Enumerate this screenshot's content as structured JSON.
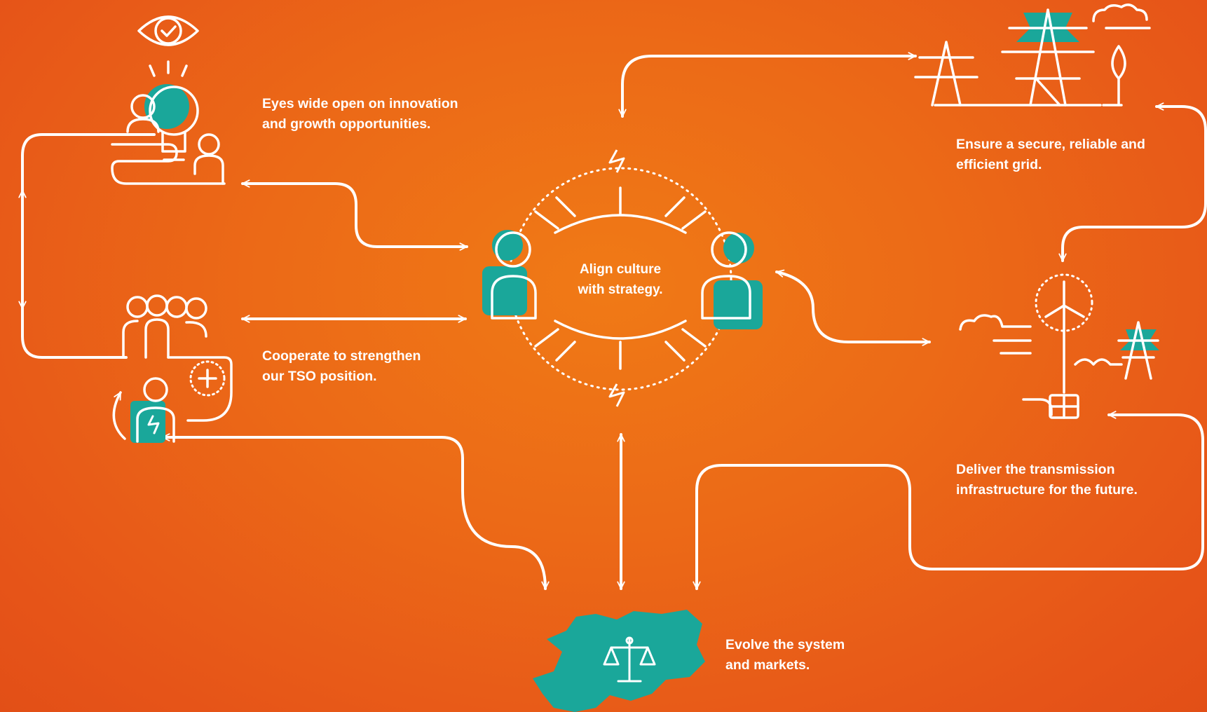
{
  "center": {
    "line1": "Align culture",
    "line2": "with strategy."
  },
  "pillars": {
    "innovation": {
      "line1": "Eyes wide open on innovation",
      "line2": "and growth opportunities.",
      "icon": "lightbulb-eye-icon"
    },
    "cooperate": {
      "line1": "Cooperate to strengthen",
      "line2": "our TSO position.",
      "icon": "team-cooperation-icon"
    },
    "grid": {
      "line1": "Ensure a secure, reliable and",
      "line2": "efficient grid.",
      "icon": "transmission-towers-icon"
    },
    "infrastructure": {
      "line1": "Deliver the transmission",
      "line2": "infrastructure for the future.",
      "icon": "wind-turbine-icon"
    },
    "markets": {
      "line1": "Evolve the system",
      "line2": "and markets.",
      "icon": "europe-scales-icon"
    }
  },
  "colors": {
    "background": "#ec6a17",
    "line": "#ffffff",
    "accent": "#1aa79a"
  }
}
